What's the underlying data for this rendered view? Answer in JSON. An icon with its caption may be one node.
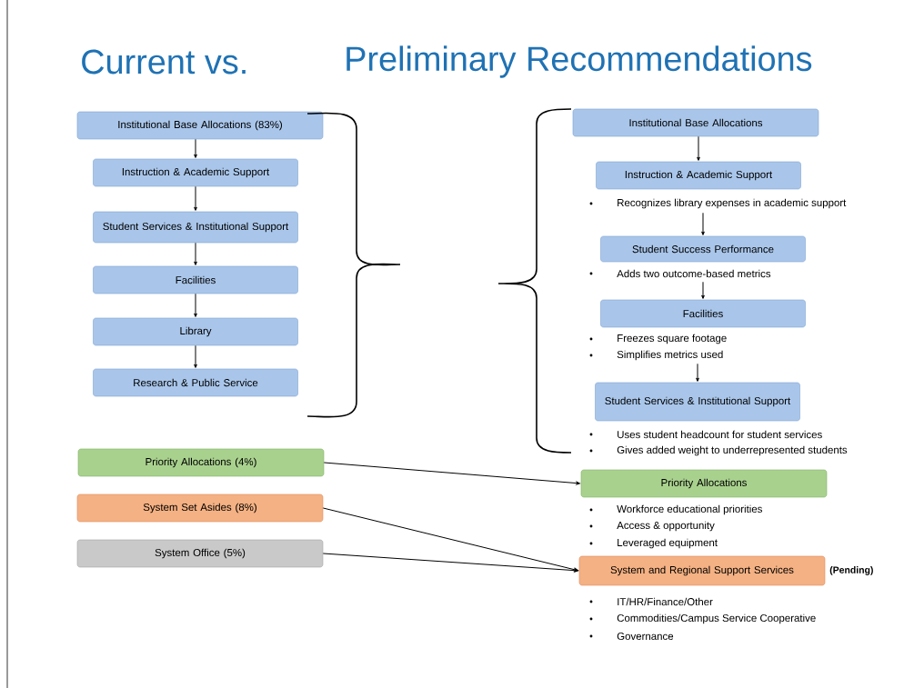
{
  "diagram": {
    "nodes": [
      {
        "text": [
          "Institutional Base Allocations (83%)"
        ]
      },
      {
        "text": [
          "Instruction & Academic Support"
        ]
      },
      {
        "text": [
          "Student Services & Institutional Support"
        ]
      },
      {
        "text": [
          "Facilities"
        ]
      },
      {
        "text": [
          "Library"
        ]
      },
      {
        "text": [
          "Research & Public Service"
        ]
      },
      {
        "text": [
          "Institutional Base Allocations"
        ]
      },
      {
        "text": [
          "Instruction & Academic Support"
        ],
        "beside": [
          "Recognizes library expenses in academic support"
        ]
      },
      {
        "text": [
          "Student Success Performance"
        ],
        "beside": [
          "Adds two outcome-based metrics"
        ]
      },
      {
        "text": [
          "Facilities"
        ],
        "beside": [
          "Freezes square footage",
          "Simplifies metrics used"
        ]
      },
      {
        "text": [
          "Student Services & Institutional Support"
        ],
        "beside": [
          "Uses student headcount for student services",
          "Gives added weight to underrepresented students"
        ]
      },
      {
        "text": [
          "Priority Allocations (4%)"
        ]
      },
      {
        "text": [
          "System Set Asides (8%)"
        ]
      },
      {
        "text": [
          "System Office (5%)"
        ]
      },
      {
        "text": [
          "Priority Allocations"
        ],
        "beside": [
          "Workforce educational priorities",
          "Access & opportunity",
          "Leveraged equipment"
        ]
      },
      {
        "text": [
          "System and Regional Support Services"
        ],
        "beside": [
          "(Pending)",
          "IT/HR/Finance/Other",
          "Commodities/Campus Service Cooperative",
          "Governance"
        ]
      }
    ],
    "edges": [
      {
        "from": 0,
        "to": 1,
        "arrow": "to"
      },
      {
        "from": 1,
        "to": 2,
        "arrow": "to"
      },
      {
        "from": 2,
        "to": 3,
        "arrow": "to"
      },
      {
        "from": 3,
        "to": 4,
        "arrow": "to"
      },
      {
        "from": 4,
        "to": 5,
        "arrow": "to"
      },
      {
        "from": 6,
        "to": 7,
        "arrow": "to"
      },
      {
        "from": 7,
        "to": 8,
        "arrow": "to"
      },
      {
        "from": 8,
        "to": 9,
        "arrow": "to"
      },
      {
        "from": 9,
        "to": 10,
        "arrow": "to"
      },
      {
        "from": 11,
        "to": 14,
        "arrow": "to"
      },
      {
        "from": 12,
        "to": 15,
        "arrow": "to"
      },
      {
        "from": 13,
        "to": 15,
        "arrow": "to"
      }
    ],
    "labels": [
      "Current vs.",
      "Preliminary Recommendations"
    ]
  }
}
